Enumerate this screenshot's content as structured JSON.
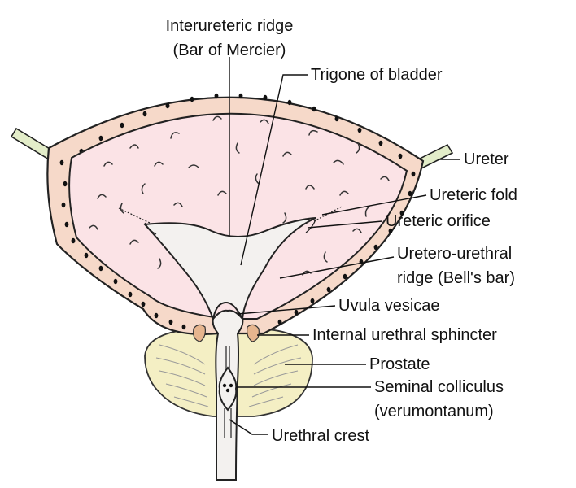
{
  "diagram": {
    "labels": {
      "interureteric_ridge": "Interureteric ridge",
      "bar_of_mercier": "(Bar of Mercier)",
      "trigone": "Trigone of bladder",
      "ureter": "Ureter",
      "ureteric_fold": "Ureteric fold",
      "ureteric_orifice": "Ureteric orifice",
      "uretero_urethral_ridge": "Uretero-urethral",
      "bells_bar": "ridge (Bell's bar)",
      "uvula_vesicae": "Uvula vesicae",
      "internal_sphincter": "Internal urethral sphincter",
      "prostate": "Prostate",
      "seminal_colliculus": "Seminal colliculus",
      "verumontanum": "(verumontanum)",
      "urethral_crest": "Urethral crest"
    },
    "colors": {
      "bladder_wall": "#f6d9c9",
      "bladder_lumen": "#fbe3e6",
      "trigone": "#f3f1ef",
      "prostate": "#f4efc4",
      "ureter": "#e3edc9",
      "sphincter": "#e6b58e"
    }
  }
}
